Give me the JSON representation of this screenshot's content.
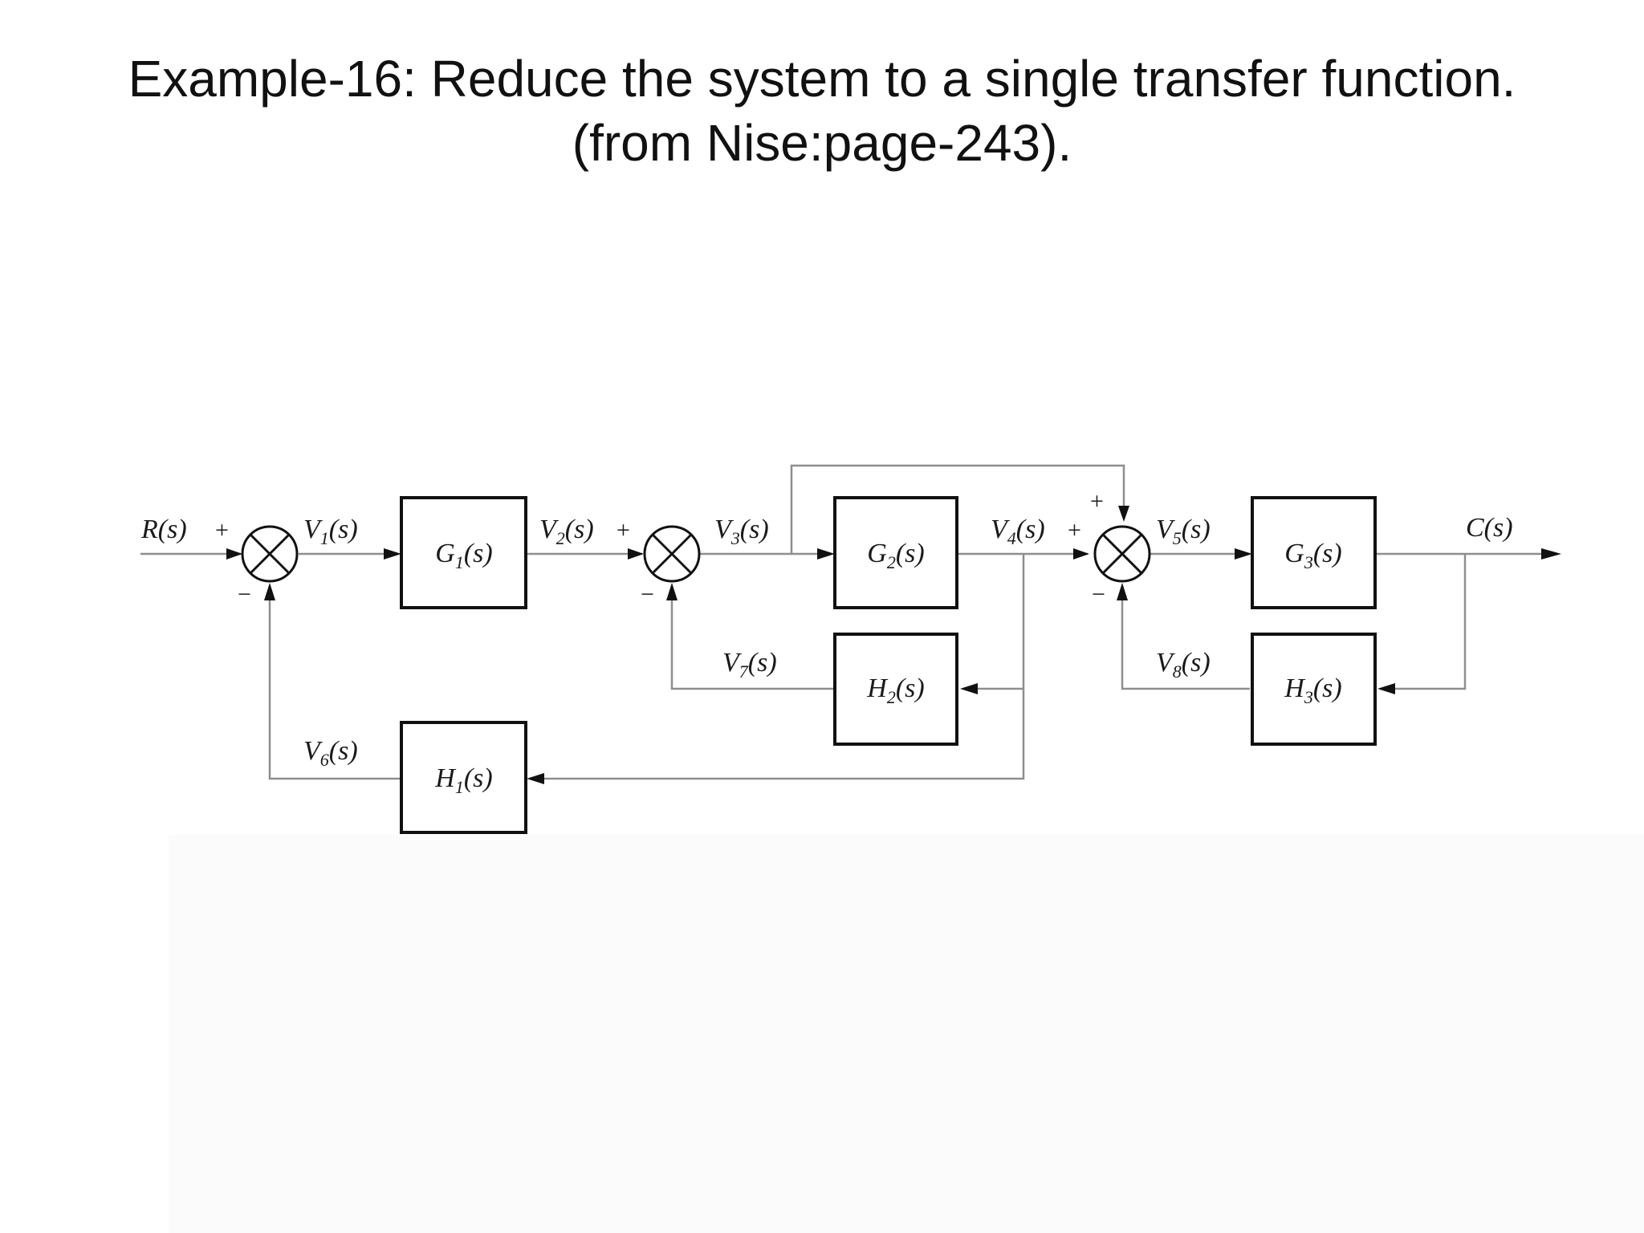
{
  "title": {
    "line1": "Example-16: Reduce the system to a single transfer function.",
    "line2": "(from Nise:page-243)."
  },
  "diagram": {
    "input": "R(s)",
    "output": "C(s)",
    "blocks": [
      {
        "id": "G1",
        "base": "G",
        "sub": "1",
        "arg": "(s)"
      },
      {
        "id": "G2",
        "base": "G",
        "sub": "2",
        "arg": "(s)"
      },
      {
        "id": "G3",
        "base": "G",
        "sub": "3",
        "arg": "(s)"
      },
      {
        "id": "H1",
        "base": "H",
        "sub": "1",
        "arg": "(s)"
      },
      {
        "id": "H2",
        "base": "H",
        "sub": "2",
        "arg": "(s)"
      },
      {
        "id": "H3",
        "base": "H",
        "sub": "3",
        "arg": "(s)"
      }
    ],
    "signals": [
      {
        "id": "V1",
        "base": "V",
        "sub": "1",
        "arg": "(s)"
      },
      {
        "id": "V2",
        "base": "V",
        "sub": "2",
        "arg": "(s)"
      },
      {
        "id": "V3",
        "base": "V",
        "sub": "3",
        "arg": "(s)"
      },
      {
        "id": "V4",
        "base": "V",
        "sub": "4",
        "arg": "(s)"
      },
      {
        "id": "V5",
        "base": "V",
        "sub": "5",
        "arg": "(s)"
      },
      {
        "id": "V6",
        "base": "V",
        "sub": "6",
        "arg": "(s)"
      },
      {
        "id": "V7",
        "base": "V",
        "sub": "7",
        "arg": "(s)"
      },
      {
        "id": "V8",
        "base": "V",
        "sub": "8",
        "arg": "(s)"
      }
    ],
    "signs": {
      "plus": "+",
      "minus": "−"
    }
  }
}
